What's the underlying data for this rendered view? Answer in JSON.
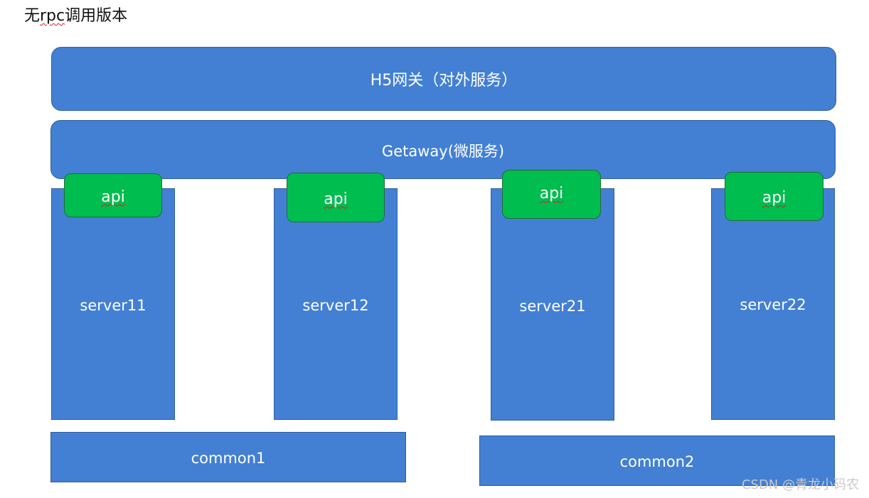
{
  "title": {
    "prefix": "无",
    "squiggle": "rpc",
    "suffix": "调用版本"
  },
  "h5_gateway": {
    "label": "H5网关（对外服务）"
  },
  "getaway": {
    "label": "Getaway(微服务)"
  },
  "servers": [
    {
      "label": "server11",
      "api": "api"
    },
    {
      "label": "server12",
      "api": "api"
    },
    {
      "label": "server21",
      "api": "api"
    },
    {
      "label": "server22",
      "api": "api"
    }
  ],
  "commons": [
    {
      "label": "common1"
    },
    {
      "label": "common2"
    }
  ],
  "watermark": "CSDN @青龙小码农",
  "colors": {
    "box_blue": "#4380d3",
    "box_blue_border": "#2f5f9e",
    "api_green": "#00bd4f",
    "api_green_border": "#256b36",
    "text_white": "#ffffff",
    "squiggle_red": "#d62020"
  }
}
